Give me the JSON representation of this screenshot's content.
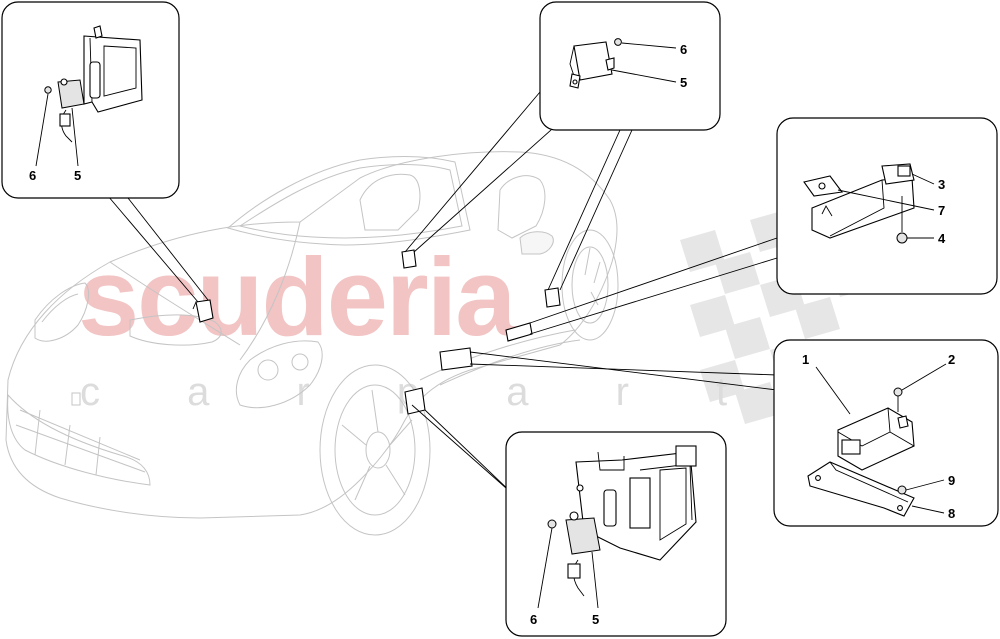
{
  "watermark": {
    "brand": "scuderia",
    "sub": "c a r p a r t s",
    "brand_color": "#f2c4c4",
    "checker_color": "#e2e2e2"
  },
  "callouts": {
    "top_left": {
      "labels": [
        "6",
        "5"
      ]
    },
    "top_center": {
      "labels": [
        "6",
        "5"
      ]
    },
    "right_upper": {
      "labels": [
        "3",
        "7",
        "4"
      ]
    },
    "right_lower": {
      "labels": [
        "1",
        "2",
        "9",
        "8"
      ]
    },
    "bottom_center": {
      "labels": [
        "6",
        "5"
      ]
    }
  },
  "parts_legend": [
    "1",
    "2",
    "3",
    "4",
    "5",
    "6",
    "7",
    "8",
    "9"
  ],
  "colors": {
    "line": "#000000",
    "car_outline": "#c4c4c4",
    "background": "#ffffff"
  }
}
